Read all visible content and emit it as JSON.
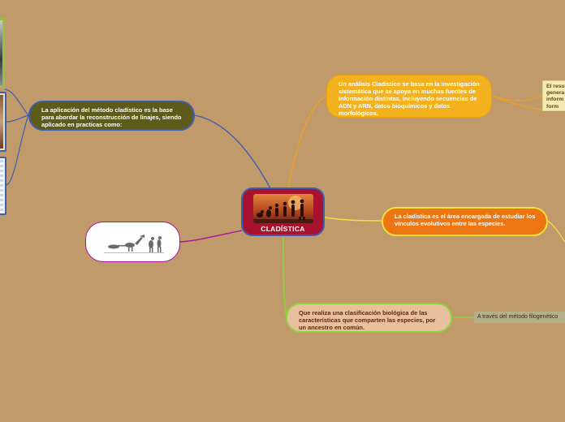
{
  "central": {
    "title": "CLADÍSTICA",
    "image_icon": "human-evolution-icon"
  },
  "nodes": {
    "left": "La aplicación del método cladístico es la base para abordar la reconstrucción de linajes, siendo aplicado en practicas como:",
    "top": "Un análisis Cladístico se basa en la investigación sistemática que se apoya en muchas fuentes de información distintas, incluyendo secuencias de ADN y ARN, datos bioquímicos y datos morfológicos.",
    "middle": "La cladística es el área encargada de estudiar los vínculos evolutivos entre las especies.",
    "bottom": "Que realiza una clasificación biológica de las características que comparten las especies, por un ancestro en común.",
    "right_top": "El resu genera inform en form",
    "right_bottom": "A través del método filogenético",
    "image_node_icon": "dinosaur-evolution-icon"
  },
  "colors": {
    "background": "#c09a6b",
    "central": "#a8122e",
    "left_node": "#5e5a1a",
    "top_node": "#f3b21d",
    "middle_node": "#ee7612",
    "bottom_node": "#e8c09d",
    "link_blue": "#3e5fb0",
    "link_orange": "#f0a020",
    "link_yellow": "#f1e040",
    "link_green": "#8ed23e",
    "link_purple": "#a814a0"
  }
}
